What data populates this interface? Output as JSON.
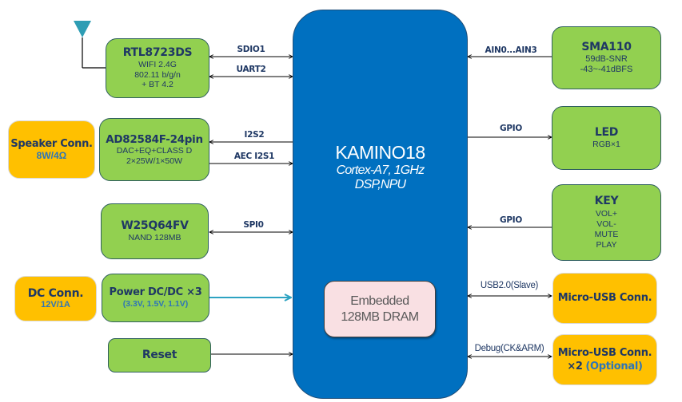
{
  "soc": {
    "name": "KAMINO18",
    "cpu": "Cortex-A7, 1GHz",
    "accel": "DSP,NPU",
    "memory": {
      "line1": "Embedded",
      "line2": "128MB DRAM"
    }
  },
  "left_blocks": {
    "wifi": {
      "title": "RTL8723DS",
      "lines": [
        "WIFI 2.4G",
        "802.11 b/g/n",
        "+ BT 4.2"
      ],
      "icon": "antenna-icon"
    },
    "amp": {
      "title": "AD82584F-24pin",
      "lines": [
        "DAC+EQ+CLASS D",
        "2×25W/1×50W"
      ]
    },
    "flash": {
      "title": "W25Q64FV",
      "lines": [
        "NAND 128MB"
      ]
    },
    "power": {
      "title": "Power DC/DC ×3",
      "lines": [
        "(3.3V, 1.5V, 1.1V)"
      ]
    },
    "reset": {
      "title": "Reset"
    },
    "speaker": {
      "title": "Speaker Conn.",
      "detail": "8W/4Ω"
    },
    "dc": {
      "title": "DC Conn.",
      "detail": "12V/1A"
    }
  },
  "right_blocks": {
    "mic": {
      "title": "SMA110",
      "lines": [
        "59dB-SNR",
        "-43~-41dBFS"
      ]
    },
    "led": {
      "title": "LED",
      "lines": [
        "RGB×1"
      ]
    },
    "key": {
      "title": "KEY",
      "lines": [
        "VOL+",
        "VOL-",
        "MUTE",
        "PLAY"
      ]
    },
    "usb": {
      "title": "Micro-USB Conn."
    },
    "debug": {
      "title": "Micro-USB Conn.",
      "count": "×2",
      "optional": "(Optional)"
    }
  },
  "links": {
    "sdio": "SDIO1",
    "uart": "UART2",
    "i2s2": "I2S2",
    "aec": "AEC I2S1",
    "spi": "SPI0",
    "ain": "AIN0...AIN3",
    "gpio_led": "GPIO",
    "gpio_key": "GPIO",
    "usb": "USB2.0(Slave)",
    "debug": "Debug(CK&ARM)"
  },
  "colors": {
    "soc": "#0070c0",
    "module": "#92d050",
    "connector": "#ffc000",
    "memory": "#f9e0e3",
    "power_line": "#2ea3c2",
    "text_dark": "#1f3864",
    "text_accent": "#2e75b6"
  }
}
